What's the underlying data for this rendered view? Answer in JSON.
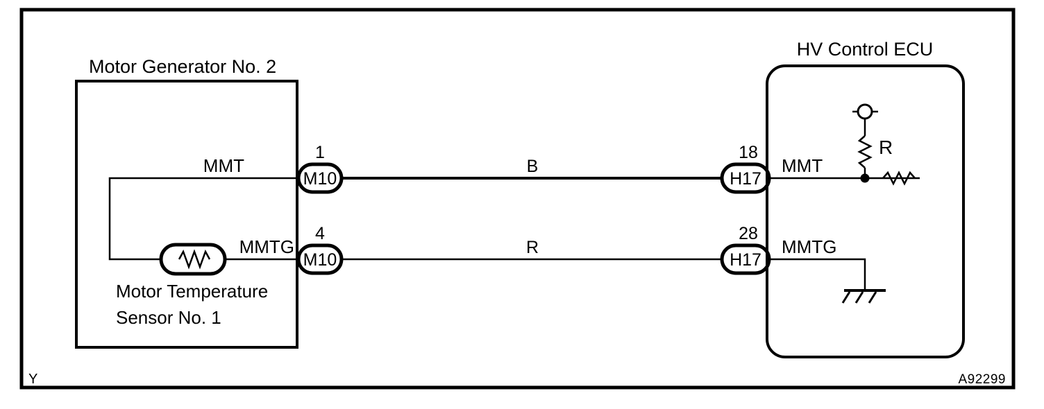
{
  "figure": {
    "corner_label": "Y",
    "code": "A92299",
    "border_color": "#000000",
    "line_color": "#000000",
    "background": "#ffffff"
  },
  "left_unit": {
    "title": "Motor Generator No. 2",
    "inner_component_label_line1": "Motor Temperature",
    "inner_component_label_line2": "Sensor No. 1",
    "terminals": [
      {
        "signal": "MMT",
        "pin": "1",
        "connector": "M10"
      },
      {
        "signal": "MMTG",
        "pin": "4",
        "connector": "M10"
      }
    ]
  },
  "right_unit": {
    "title": "HV Control ECU",
    "terminals": [
      {
        "signal": "MMT",
        "pin": "18",
        "connector": "H17"
      },
      {
        "signal": "MMTG",
        "pin": "28",
        "connector": "H17"
      }
    ],
    "internal": {
      "resistor_label": "R",
      "supply_symbol": "circle-terminal",
      "ground_symbol": "chassis-ground"
    }
  },
  "wires": [
    {
      "name": "mmt-wire",
      "color_code": "B",
      "from": "M10-1",
      "to": "H17-18"
    },
    {
      "name": "mmtg-wire",
      "color_code": "R",
      "from": "M10-4",
      "to": "H17-28"
    }
  ]
}
